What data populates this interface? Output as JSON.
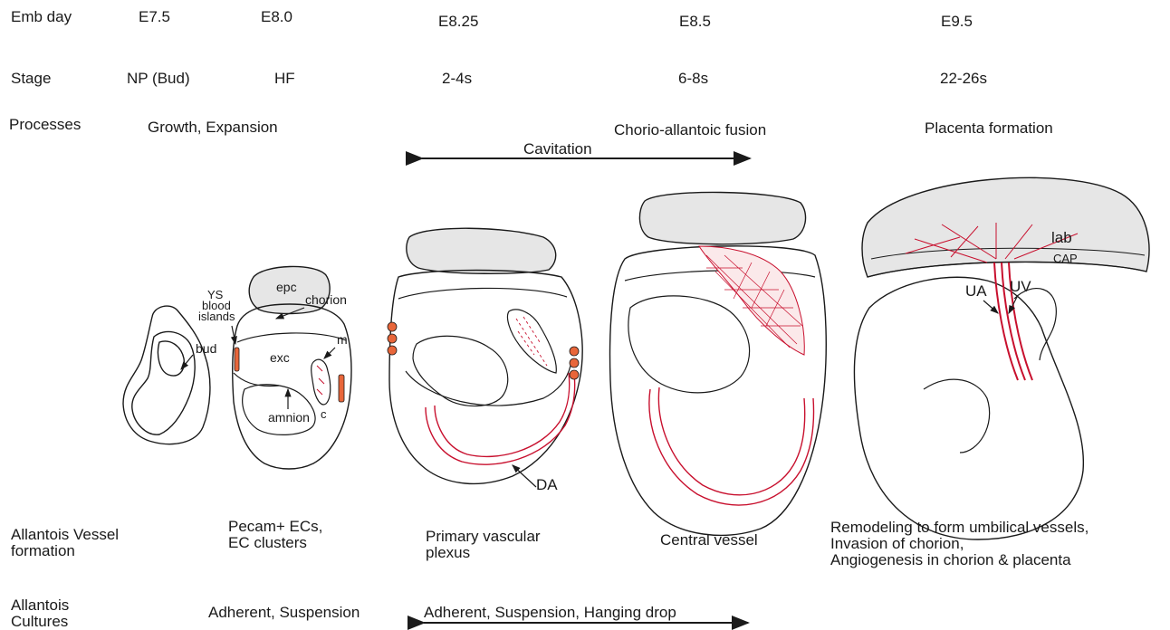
{
  "rows": {
    "emb_day": {
      "label": "Emb day",
      "values": [
        "E7.5",
        "E8.0",
        "E8.25",
        "E8.5",
        "E9.5"
      ]
    },
    "stage": {
      "label": "Stage",
      "values": [
        "NP (Bud)",
        "HF",
        "2-4s",
        "6-8s",
        "22-26s"
      ]
    },
    "processes": {
      "label": "Processes",
      "growth": "Growth, Expansion",
      "fusion": "Chorio-allantoic fusion",
      "cavitation": "Cavitation",
      "placenta": "Placenta formation"
    },
    "vessel_formation": {
      "label": [
        "Allantois Vessel",
        "formation"
      ],
      "pecam": [
        "Pecam+ ECs,",
        "EC clusters"
      ],
      "plexus": [
        "Primary vascular",
        "plexus"
      ],
      "central": "Central vessel",
      "remodel": [
        "Remodeling to form umbilical vessels,",
        "Invasion of chorion,",
        "Angiogenesis in chorion & placenta"
      ]
    },
    "cultures": {
      "label": [
        "Allantois",
        "Cultures"
      ],
      "adherent1": "Adherent, Suspension",
      "adherent2": "Adherent, Suspension, Hanging drop"
    }
  },
  "figure_labels": {
    "bud": "bud",
    "ys": "YS",
    "blood": "blood",
    "islands": "islands",
    "epc": "epc",
    "chorion": "chorion",
    "exc": "exc",
    "m": "m",
    "c": "c",
    "amnion": "amnion",
    "da": "DA",
    "lab": "lab",
    "cap": "CAP",
    "ua": "UA",
    "uv": "UV"
  },
  "colors": {
    "vessel_red": "#c8102e",
    "island_orange": "#e8663a",
    "tissue_gray": "#e6e6e6",
    "ink": "#1a1a1a"
  }
}
